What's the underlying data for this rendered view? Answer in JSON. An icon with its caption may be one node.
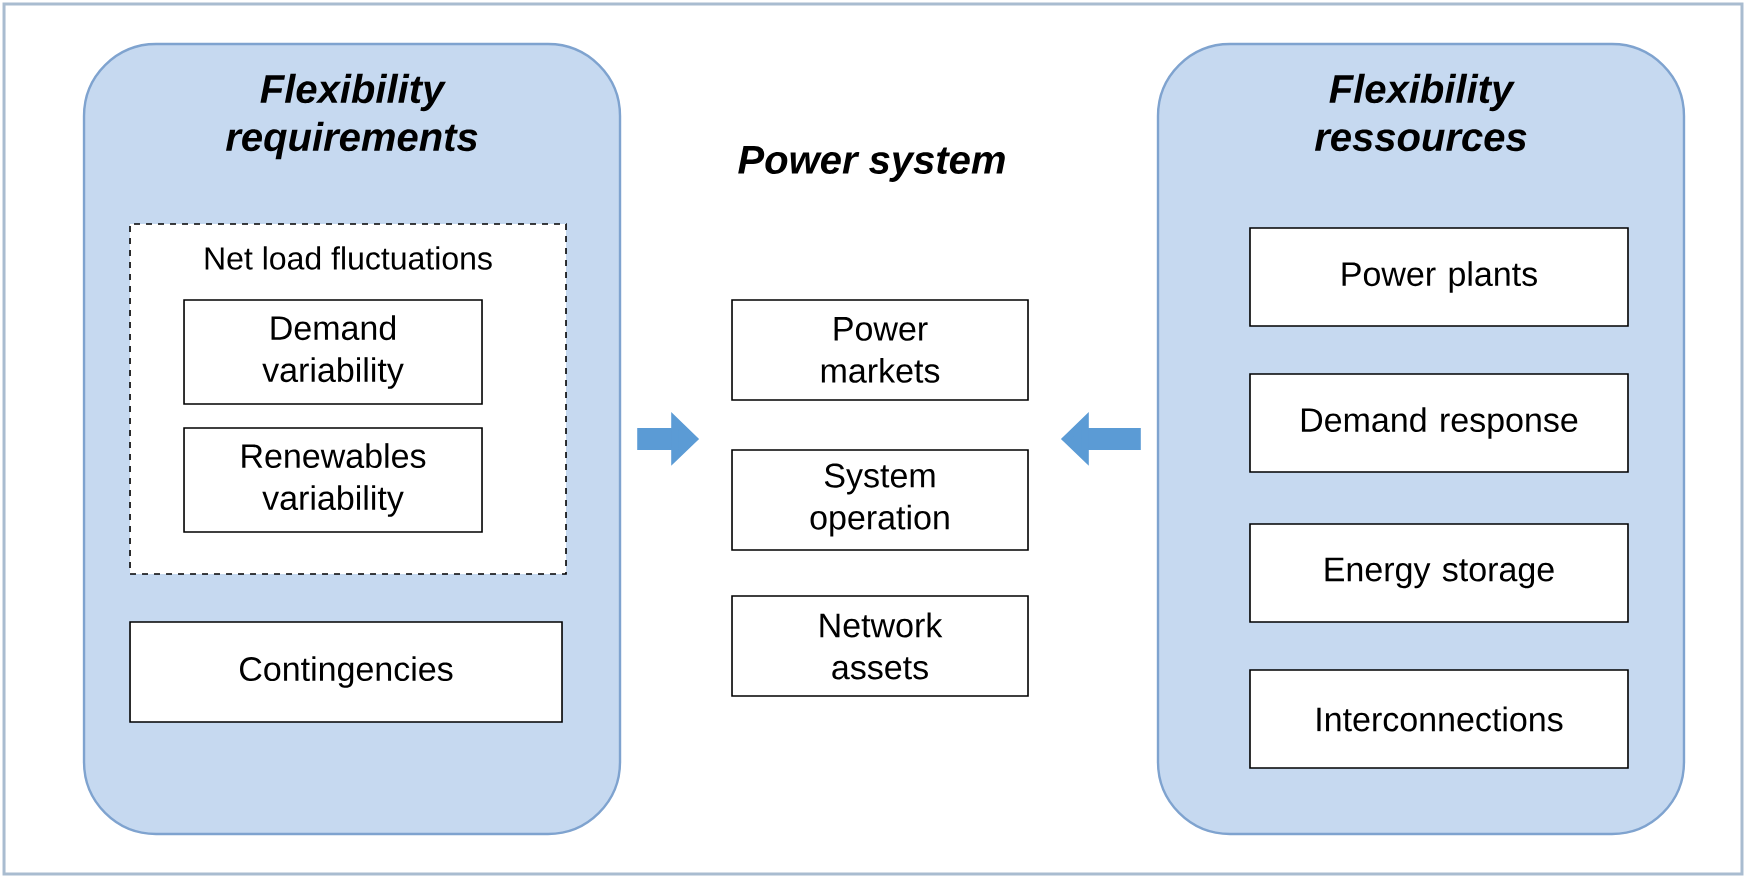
{
  "diagram": {
    "title": "Power system",
    "nodes": [
      {
        "text": [
          "Flexibility requirements"
        ]
      },
      {
        "text": [
          "Net load fluctuations"
        ],
        "in": 0
      },
      {
        "text": [
          "Demand variability"
        ],
        "in": 1
      },
      {
        "text": [
          "Renewables variability"
        ],
        "in": 1
      },
      {
        "text": [
          "Contingencies"
        ],
        "in": 0
      },
      {
        "text": [
          "Power markets"
        ]
      },
      {
        "text": [
          "System operation"
        ]
      },
      {
        "text": [
          "Network assets"
        ]
      },
      {
        "text": [
          "Flexibility ressources"
        ]
      },
      {
        "text": [
          "Power plants"
        ],
        "in": 8
      },
      {
        "text": [
          "Demand response"
        ],
        "in": 8
      },
      {
        "text": [
          "Energy storage"
        ],
        "in": 8
      },
      {
        "text": [
          "Interconnections"
        ],
        "in": 8
      }
    ],
    "edges": [
      {
        "from": 0,
        "to": 6,
        "arrow": "to"
      },
      {
        "from": 8,
        "to": 6,
        "arrow": "to"
      }
    ]
  }
}
